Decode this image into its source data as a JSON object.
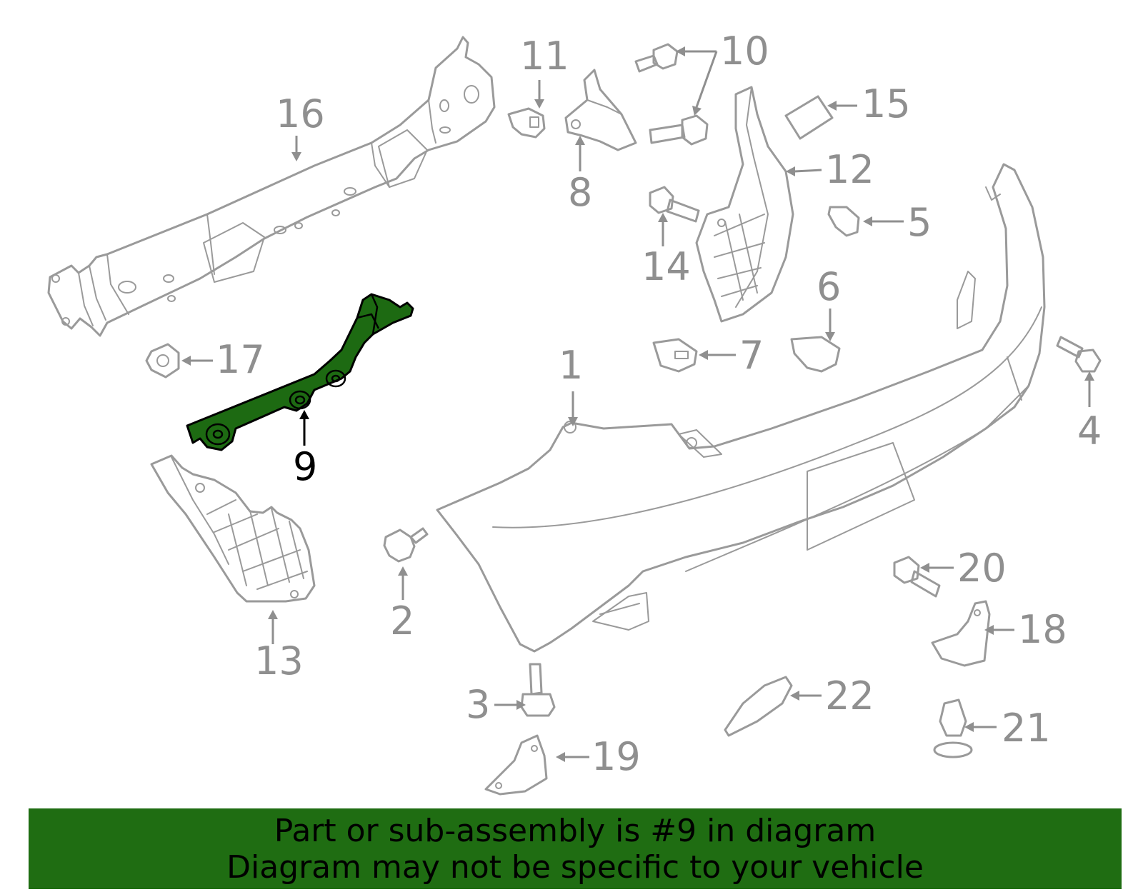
{
  "callouts": [
    {
      "num": "1",
      "highlighted": false
    },
    {
      "num": "2",
      "highlighted": false
    },
    {
      "num": "3",
      "highlighted": false
    },
    {
      "num": "4",
      "highlighted": false
    },
    {
      "num": "5",
      "highlighted": false
    },
    {
      "num": "6",
      "highlighted": false
    },
    {
      "num": "7",
      "highlighted": false
    },
    {
      "num": "8",
      "highlighted": false
    },
    {
      "num": "9",
      "highlighted": true
    },
    {
      "num": "10",
      "highlighted": false
    },
    {
      "num": "11",
      "highlighted": false
    },
    {
      "num": "12",
      "highlighted": false
    },
    {
      "num": "13",
      "highlighted": false
    },
    {
      "num": "14",
      "highlighted": false
    },
    {
      "num": "15",
      "highlighted": false
    },
    {
      "num": "16",
      "highlighted": false
    },
    {
      "num": "17",
      "highlighted": false
    },
    {
      "num": "18",
      "highlighted": false
    },
    {
      "num": "19",
      "highlighted": false
    },
    {
      "num": "20",
      "highlighted": false
    },
    {
      "num": "21",
      "highlighted": false
    },
    {
      "num": "22",
      "highlighted": false
    }
  ],
  "banner": {
    "line1": "Part or sub-assembly is #9 in diagram",
    "line2": "Diagram may not be specific to your vehicle"
  },
  "colors": {
    "highlight_part": "#1d6a12",
    "banner_background": "#1f6d12",
    "part_outline": "#9a9a9a",
    "callout_text": "#8f8f8f",
    "highlight_text": "#000000"
  }
}
